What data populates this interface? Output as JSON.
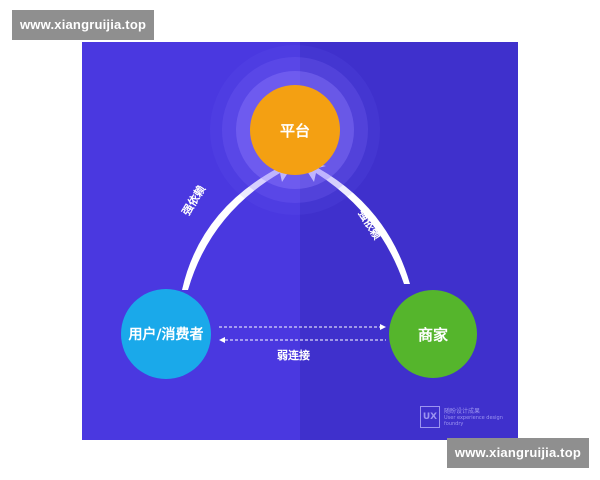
{
  "watermarks": {
    "top": "www.xiangruijia.top",
    "bottom": "www.xiangruijia.top"
  },
  "diagram": {
    "nodes": {
      "platform": {
        "label": "平台",
        "color": "#f4a012"
      },
      "user": {
        "label": "用户/消费者",
        "color": "#1aa9ea"
      },
      "merchant": {
        "label": "商家",
        "color": "#55b52c"
      }
    },
    "edges": {
      "user_to_platform": {
        "label": "强依赖"
      },
      "merchant_to_platform": {
        "label": "强依赖"
      },
      "user_merchant": {
        "label": "弱连接"
      }
    },
    "background": "#4a38e0"
  },
  "logo": {
    "mark": "UX",
    "line1": "随盼设计成果",
    "line2": "User experience design",
    "line3": "foundry"
  }
}
